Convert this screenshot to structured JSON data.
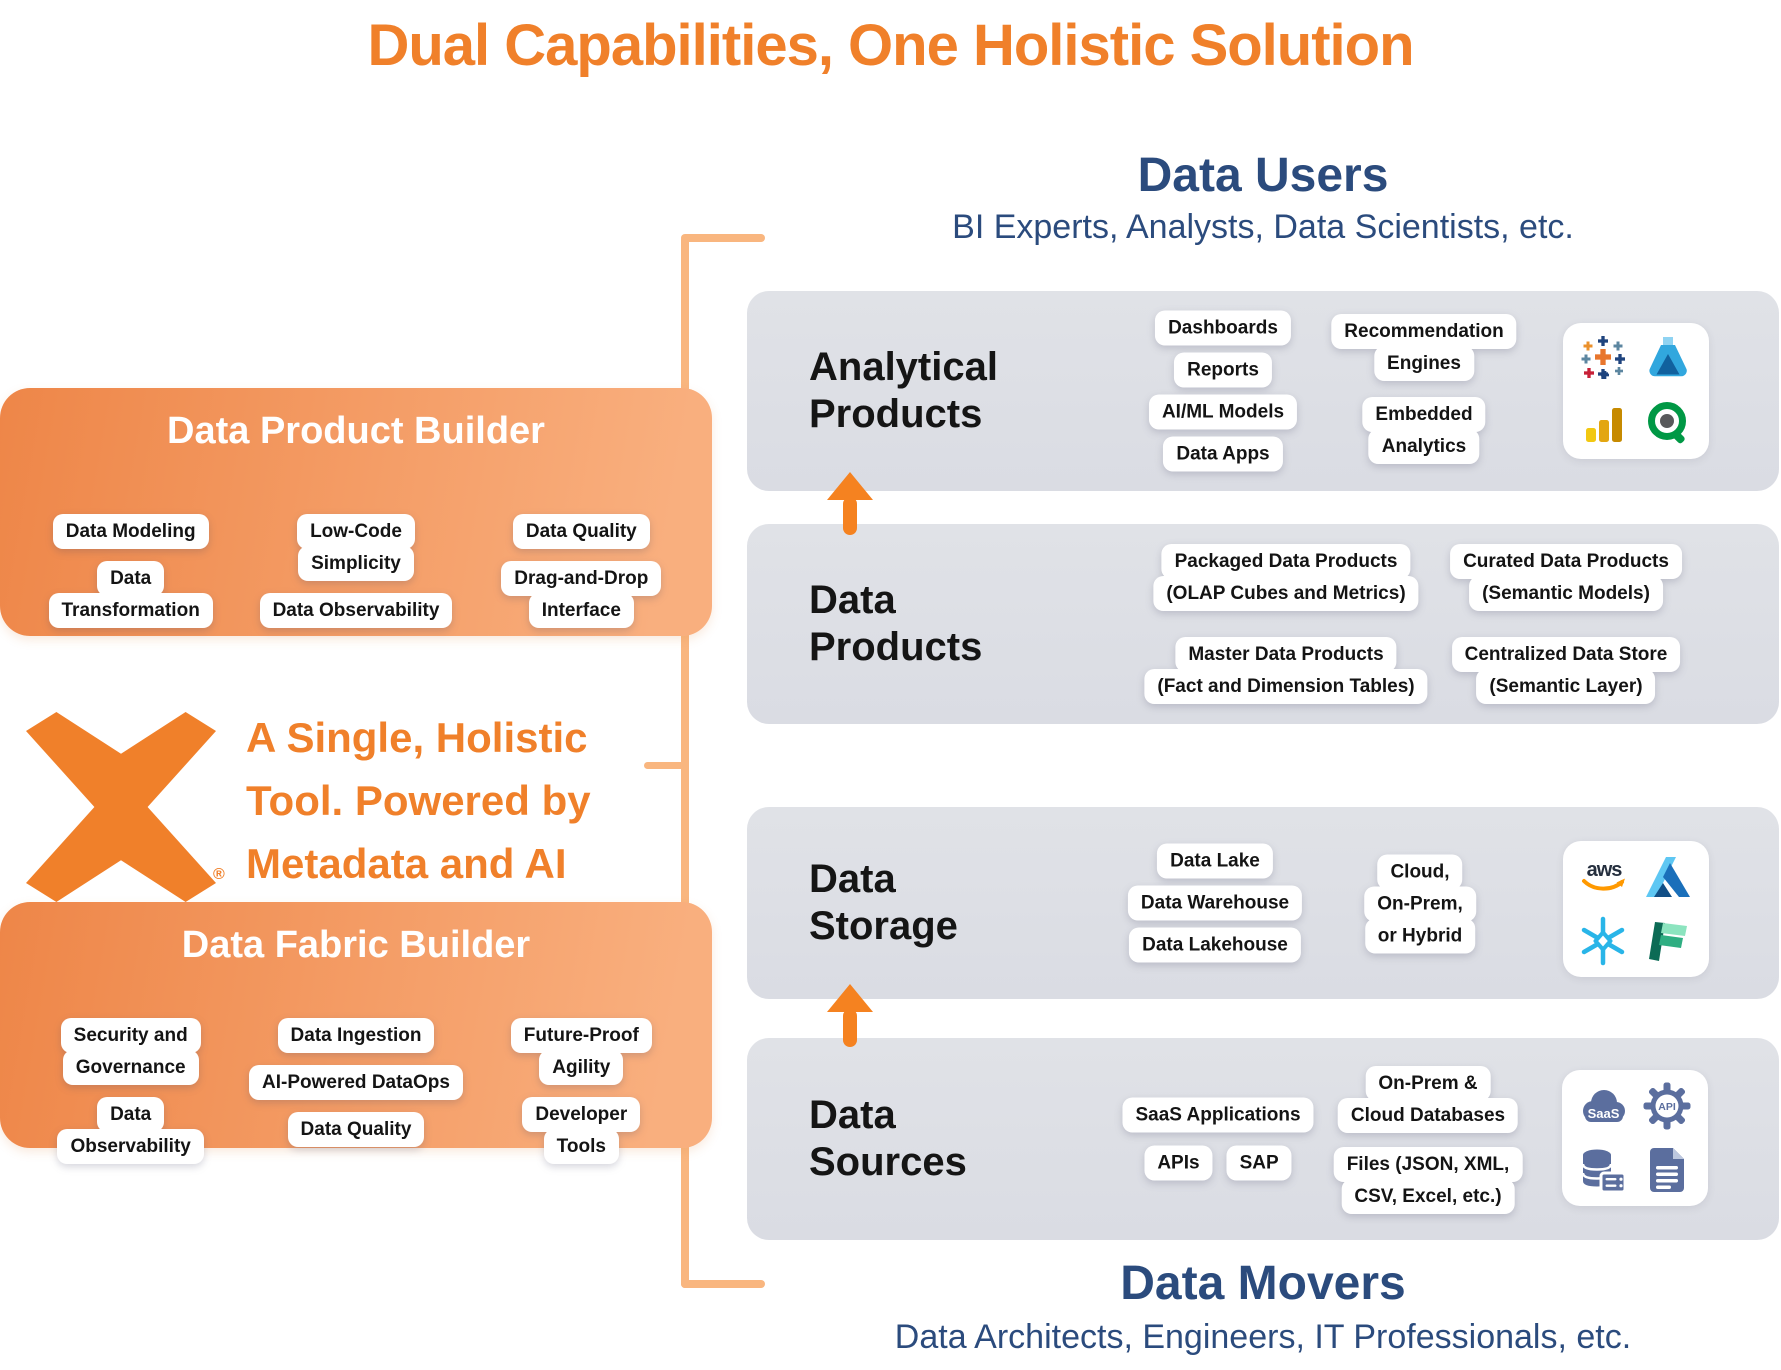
{
  "page_title": "Dual Capabilities, One Holistic Solution",
  "colors": {
    "accent_orange": "#F0802A",
    "arrow_orange": "#F58220",
    "bracket_orange": "#F9B67F",
    "navy": "#2B4B7D",
    "row_gray": "#DEE0E6",
    "box_gradient_start": "#EE8648",
    "box_gradient_end": "#F9AF7E",
    "pill_text": "#141414",
    "slate_icon": "#5B6E9E"
  },
  "left": {
    "boxes": [
      {
        "title": "Data Product Builder",
        "columns": [
          [
            [
              "Data Modeling"
            ],
            [
              "Data",
              "Transformation"
            ]
          ],
          [
            [
              "Low-Code",
              "Simplicity"
            ],
            [
              "Data Observability"
            ]
          ],
          [
            [
              "Data Quality"
            ],
            [
              "Drag-and-Drop",
              "Interface"
            ]
          ]
        ]
      },
      {
        "title": "Data Fabric Builder",
        "columns": [
          [
            [
              "Security and",
              "Governance"
            ],
            [
              "Data",
              "Observability"
            ]
          ],
          [
            [
              "Data Ingestion"
            ],
            [
              "AI-Powered DataOps"
            ],
            [
              "Data Quality"
            ]
          ],
          [
            [
              "Future-Proof",
              "Agility"
            ],
            [
              "Developer",
              "Tools"
            ]
          ]
        ]
      }
    ],
    "logo": {
      "name": "x-logo",
      "registered_mark": "®"
    },
    "holistic_lines": [
      "A Single, Holistic",
      "Tool. Powered by",
      "Metadata and AI"
    ]
  },
  "right": {
    "header": {
      "title": "Data Users",
      "subtitle": "BI Experts, Analysts, Data Scientists, etc."
    },
    "footer": {
      "title": "Data Movers",
      "subtitle": "Data Architects, Engineers, IT Professionals, etc."
    },
    "rows": [
      {
        "label": [
          "Analytical",
          "Products"
        ],
        "groups": [
          [
            [
              [
                "Dashboards"
              ]
            ],
            [
              [
                "Reports"
              ]
            ],
            [
              [
                "AI/ML Models"
              ]
            ],
            [
              [
                "Data Apps"
              ]
            ]
          ],
          [
            [
              [
                "Recommendation",
                "Engines"
              ]
            ],
            [
              [
                "Embedded",
                "Analytics"
              ]
            ]
          ]
        ],
        "icons": [
          "tableau-icon",
          "azure-ml-icon",
          "power-bi-icon",
          "qlik-icon"
        ]
      },
      {
        "label": [
          "Data",
          "Products"
        ],
        "groups": [
          [
            [
              [
                "Packaged Data Products",
                "(OLAP Cubes and Metrics)"
              ]
            ],
            [
              [
                "Master Data Products",
                "(Fact and Dimension Tables)"
              ]
            ]
          ],
          [
            [
              [
                "Curated Data Products",
                "(Semantic Models)"
              ]
            ],
            [
              [
                "Centralized Data Store",
                "(Semantic Layer)"
              ]
            ]
          ]
        ],
        "icons": null
      },
      {
        "label": [
          "Data",
          "Storage"
        ],
        "groups": [
          [
            [
              [
                "Data Lake"
              ]
            ],
            [
              [
                "Data Warehouse"
              ]
            ],
            [
              [
                "Data Lakehouse"
              ]
            ]
          ],
          [
            [
              [
                "Cloud,",
                "On-Prem,",
                "or Hybrid"
              ]
            ]
          ]
        ],
        "icons": [
          "aws-icon",
          "azure-icon",
          "snowflake-icon",
          "fabric-icon"
        ]
      },
      {
        "label": [
          "Data",
          "Sources"
        ],
        "groups": [
          [
            [
              [
                "SaaS Applications"
              ]
            ],
            [
              [
                "APIs"
              ],
              [
                "SAP"
              ]
            ]
          ],
          [
            [
              [
                "On-Prem &",
                "Cloud Databases"
              ]
            ],
            [
              [
                "Files (JSON, XML,",
                "CSV, Excel, etc.)"
              ]
            ]
          ]
        ],
        "icons": [
          "saas-icon",
          "api-icon",
          "database-icon",
          "files-icon"
        ]
      }
    ]
  }
}
